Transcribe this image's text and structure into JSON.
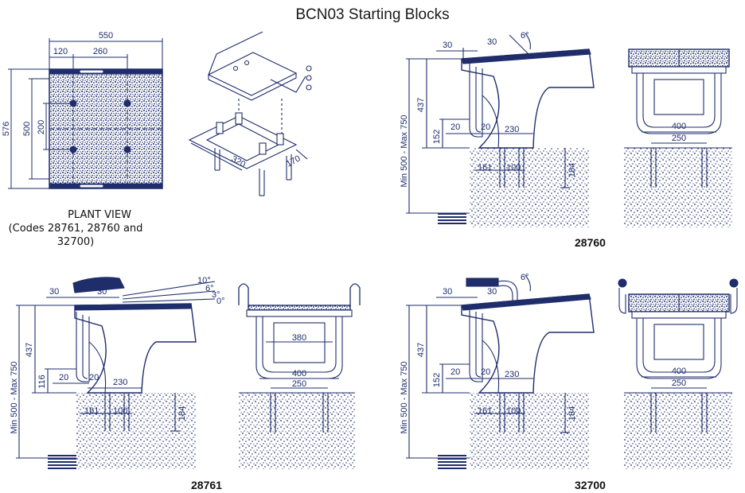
{
  "title": "BCN03 Starting Blocks",
  "plant_view": {
    "label_line1": "PLANT VIEW",
    "label_line2": "(Codes 28761, 28760 and 32700)",
    "dims": {
      "width": "550",
      "left_offset": "120",
      "inner_span": "260",
      "height": "576",
      "inner_height": "500",
      "mid_height": "200"
    }
  },
  "iso_view": {
    "dims": {
      "length": "320",
      "depth": "170"
    }
  },
  "models": {
    "m28760": {
      "code": "28760",
      "dims": {
        "top_a": "30",
        "top_b": "30",
        "angle": "6°",
        "height": "437",
        "range": "Min 500 - Max 750",
        "low": "152",
        "gap1": "20",
        "gap2": "20",
        "base": "230",
        "anchor_a": "161",
        "anchor_b": "100",
        "depth": "184",
        "front_width": "400",
        "front_anchor": "250"
      }
    },
    "m28761": {
      "code": "28761",
      "dims": {
        "top_a": "30",
        "top_b": "30",
        "angle1": "10°",
        "angle2": "6°",
        "angle3": "3°",
        "angle4": "0°",
        "height": "437",
        "range": "Min 500 - Max 750",
        "low": "116",
        "gap1": "20",
        "gap2": "20",
        "base": "230",
        "anchor_a": "161",
        "anchor_b": "100",
        "depth": "184",
        "inner_width": "380",
        "front_width": "400",
        "front_anchor": "250"
      }
    },
    "m32700": {
      "code": "32700",
      "dims": {
        "top_a": "30",
        "top_b": "30",
        "angle": "6°",
        "height": "437",
        "range": "Min 500 - Max 750",
        "low": "152",
        "gap1": "20",
        "gap2": "20",
        "base": "230",
        "anchor_a": "161",
        "anchor_b": "100",
        "depth": "184",
        "front_width": "400",
        "front_anchor": "250"
      }
    }
  },
  "colors": {
    "line": "#1f2d6b",
    "fill_dark": "#1f2d6b",
    "fill_light": "#ffffff"
  }
}
